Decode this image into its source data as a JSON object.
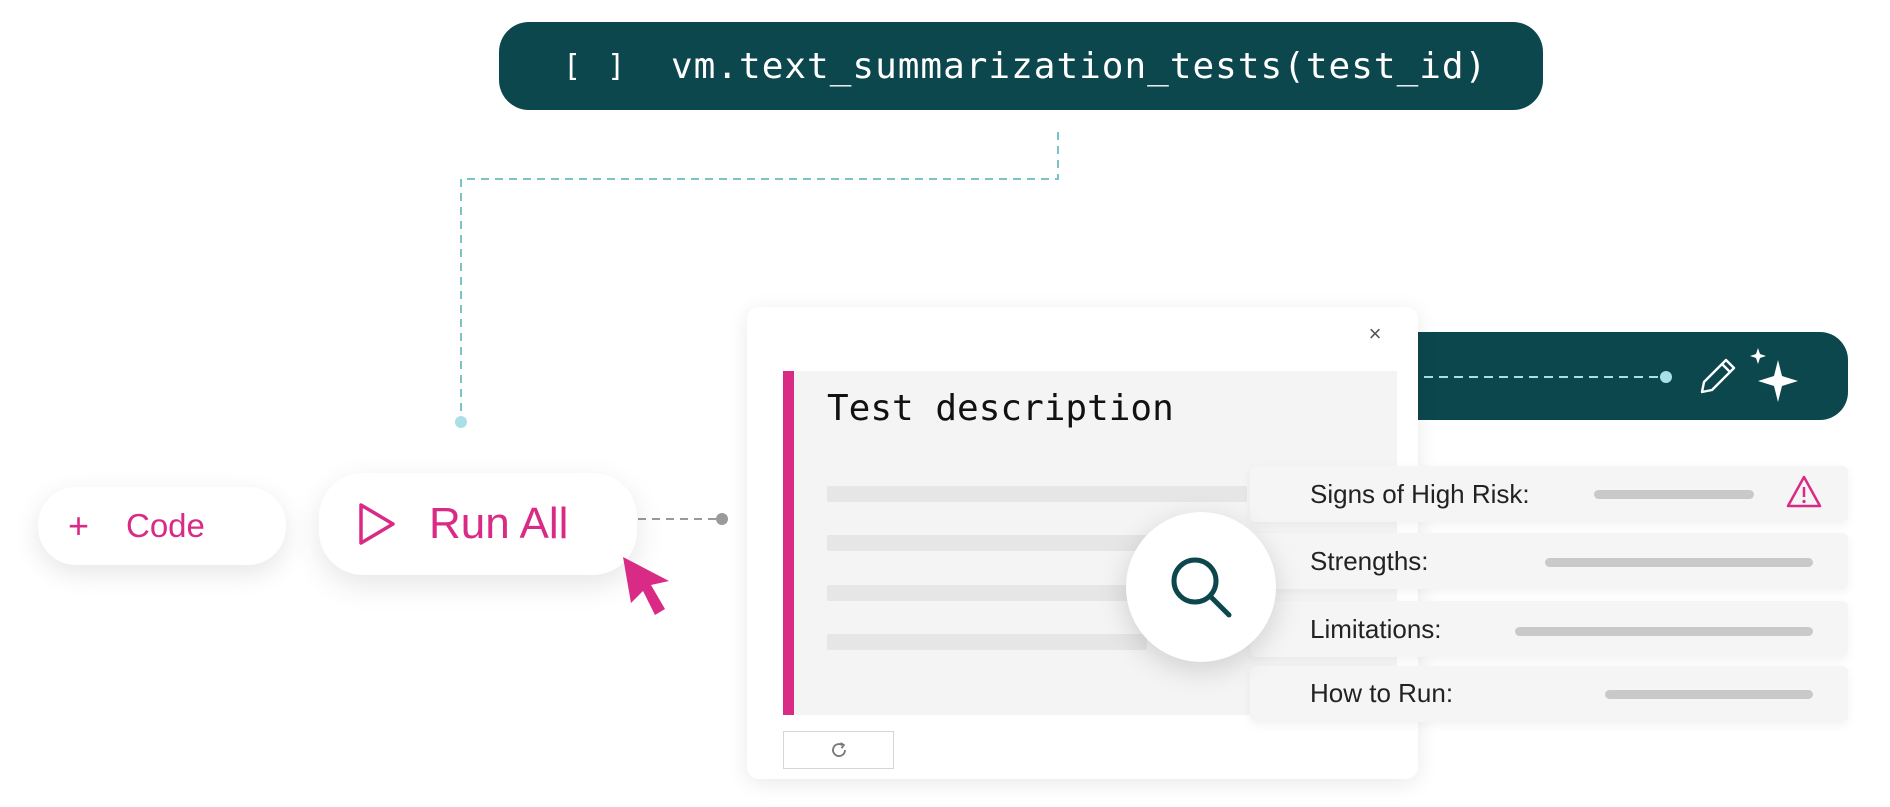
{
  "code_cell": {
    "brackets": "[ ]",
    "code": "vm.text_summarization_tests(test_id)"
  },
  "toolbar": {
    "add_code_label": "Code",
    "run_all_label": "Run All"
  },
  "test_card": {
    "title": "Test description",
    "close_symbol": "×"
  },
  "results": [
    {
      "label": "Signs of High Risk:"
    },
    {
      "label": "Strengths:"
    },
    {
      "label": "Limitations:"
    },
    {
      "label": "How to Run:"
    }
  ],
  "colors": {
    "teal_dark": "#0d474e",
    "accent_pink": "#d92a85",
    "connector_light": "#a9dfe6"
  }
}
